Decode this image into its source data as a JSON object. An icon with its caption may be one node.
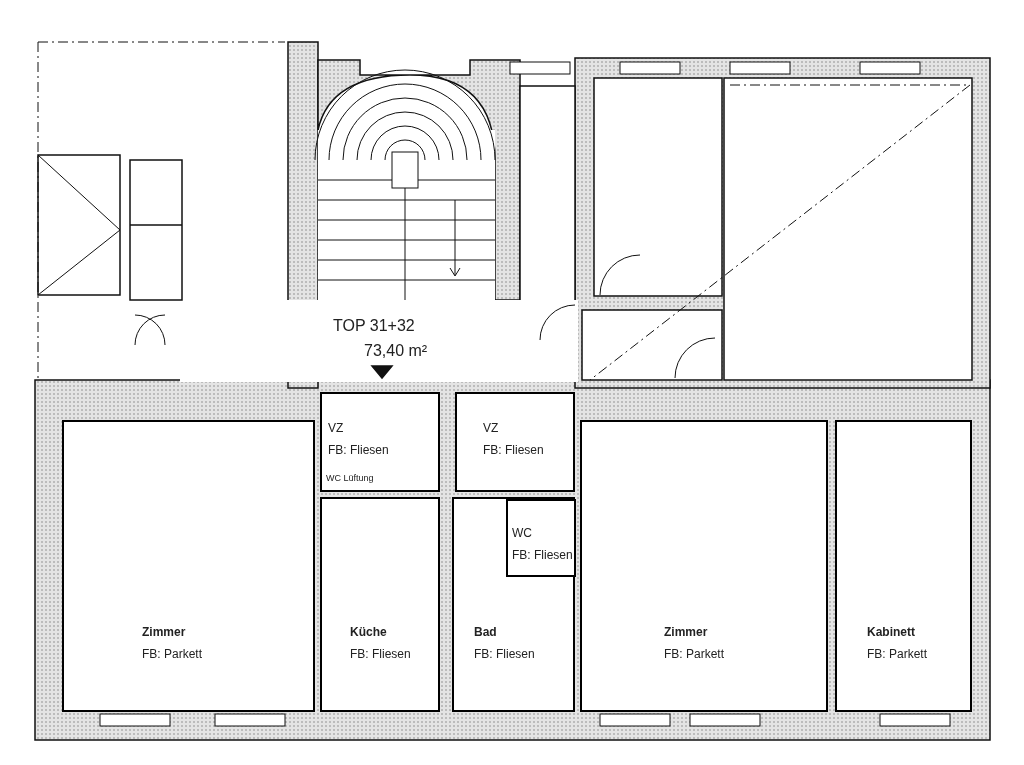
{
  "diagram": {
    "nodes": [
      {
        "text": [
          "VZ",
          "FB: Fliesen"
        ]
      },
      {
        "text": [
          "VZ",
          "FB: Fliesen"
        ]
      },
      {
        "text": [
          "Zimmer",
          "FB: Parkett"
        ]
      },
      {
        "text": [
          "Küche",
          "FB: Fliesen"
        ]
      },
      {
        "text": [
          "Bad",
          "FB: Fliesen"
        ]
      },
      {
        "text": [
          "WC",
          "FB: Fliesen"
        ],
        "in": 4
      },
      {
        "text": [
          "Zimmer",
          "FB: Parkett"
        ]
      },
      {
        "text": [
          "Kabinett",
          "FB: Parkett"
        ]
      }
    ],
    "labels": [
      "TOP 31+32",
      "73,40 m²",
      "WC Lüftung"
    ]
  }
}
